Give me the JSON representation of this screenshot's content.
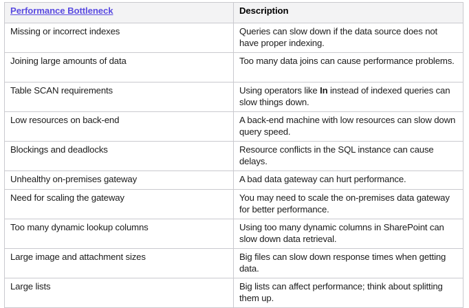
{
  "table": {
    "columns": [
      {
        "label": "Performance Bottleneck",
        "is_link": true
      },
      {
        "label": "Description",
        "is_link": false
      }
    ],
    "rows": [
      {
        "bottleneck": "Missing or incorrect indexes",
        "description": "Queries can slow down if the data source does not have proper indexing.",
        "lines": 2
      },
      {
        "bottleneck": "Joining large amounts of data",
        "description": "Too many data joins can cause performance problems.",
        "lines": 2
      },
      {
        "bottleneck": "Table SCAN requirements",
        "description_pre": "Using operators like ",
        "description_bold": "In",
        "description_post": " instead of indexed queries can slow things down.",
        "description": "Using operators like In instead of indexed queries can slow things down.",
        "lines": 2
      },
      {
        "bottleneck": "Low resources on back-end",
        "description": "A back-end machine with low resources can slow down query speed.",
        "lines": 2
      },
      {
        "bottleneck": "Blockings and deadlocks",
        "description": "Resource conflicts in the SQL instance can cause delays.",
        "lines": 2
      },
      {
        "bottleneck": "Unhealthy on-premises gateway",
        "description": "A bad data gateway can hurt performance.",
        "lines": 1
      },
      {
        "bottleneck": "Need for scaling the gateway",
        "description": "You may need to scale the on-premises data gateway for better performance.",
        "lines": 2
      },
      {
        "bottleneck": "Too many dynamic lookup columns",
        "description": "Using too many dynamic columns in SharePoint can slow down data retrieval.",
        "lines": 2
      },
      {
        "bottleneck": "Large image and attachment sizes",
        "description": "Big files can slow down response times when getting data.",
        "lines": 2
      },
      {
        "bottleneck": "Large lists",
        "description": "Big lists can affect performance; think about splitting them up.",
        "lines": 2
      }
    ]
  },
  "colors": {
    "link": "#5a4be0",
    "header_background": "#f3f3f4",
    "border": "#c9c9ce",
    "text": "#1b1b1b"
  }
}
